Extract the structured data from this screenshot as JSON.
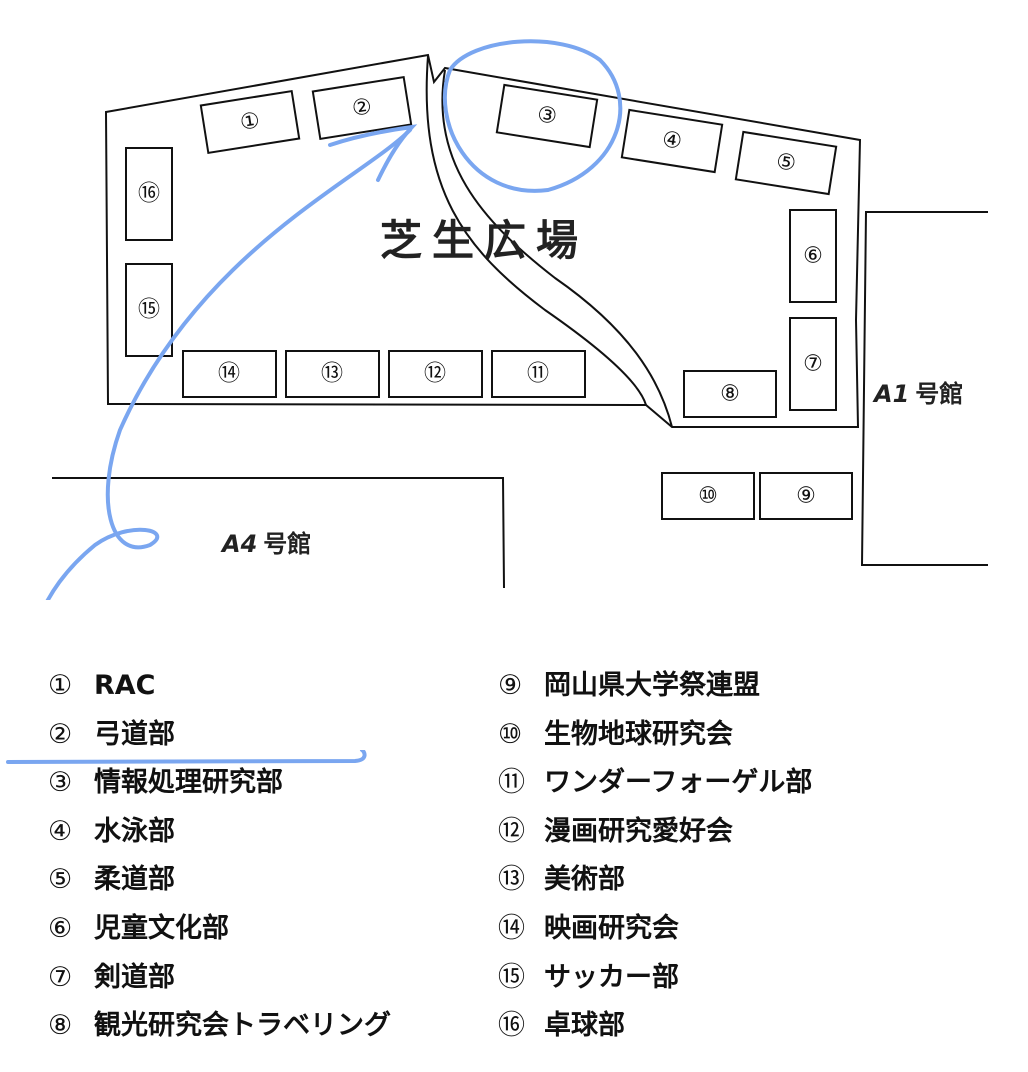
{
  "map": {
    "area_title": "芝生広場",
    "buildings": [
      {
        "id": "a1",
        "code": "A1",
        "suffix": "号館"
      },
      {
        "id": "a4",
        "code": "A4",
        "suffix": "号館"
      }
    ],
    "booths": [
      {
        "id": "1",
        "label": "①"
      },
      {
        "id": "2",
        "label": "②"
      },
      {
        "id": "3",
        "label": "③"
      },
      {
        "id": "4",
        "label": "④"
      },
      {
        "id": "5",
        "label": "⑤"
      },
      {
        "id": "6",
        "label": "⑥"
      },
      {
        "id": "7",
        "label": "⑦"
      },
      {
        "id": "8",
        "label": "⑧"
      },
      {
        "id": "9",
        "label": "⑨"
      },
      {
        "id": "10",
        "label": "⑩"
      },
      {
        "id": "11",
        "label": "⑪"
      },
      {
        "id": "12",
        "label": "⑫"
      },
      {
        "id": "13",
        "label": "⑬"
      },
      {
        "id": "14",
        "label": "⑭"
      },
      {
        "id": "15",
        "label": "⑮"
      },
      {
        "id": "16",
        "label": "⑯"
      }
    ],
    "highlight_color": "#7aa6f0"
  },
  "legend": {
    "left": [
      {
        "num": "①",
        "name": "RAC"
      },
      {
        "num": "②",
        "name": "弓道部"
      },
      {
        "num": "③",
        "name": "情報処理研究部"
      },
      {
        "num": "④",
        "name": "水泳部"
      },
      {
        "num": "⑤",
        "name": "柔道部"
      },
      {
        "num": "⑥",
        "name": "児童文化部"
      },
      {
        "num": "⑦",
        "name": "剣道部"
      },
      {
        "num": "⑧",
        "name": "観光研究会トラベリング"
      }
    ],
    "right": [
      {
        "num": "⑨",
        "name": "岡山県大学祭連盟"
      },
      {
        "num": "⑩",
        "name": "生物地球研究会"
      },
      {
        "num": "⑪",
        "name": "ワンダーフォーゲル部"
      },
      {
        "num": "⑫",
        "name": "漫画研究愛好会"
      },
      {
        "num": "⑬",
        "name": "美術部"
      },
      {
        "num": "⑭",
        "name": "映画研究会"
      },
      {
        "num": "⑮",
        "name": "サッカー部"
      },
      {
        "num": "⑯",
        "name": "卓球部"
      }
    ]
  }
}
